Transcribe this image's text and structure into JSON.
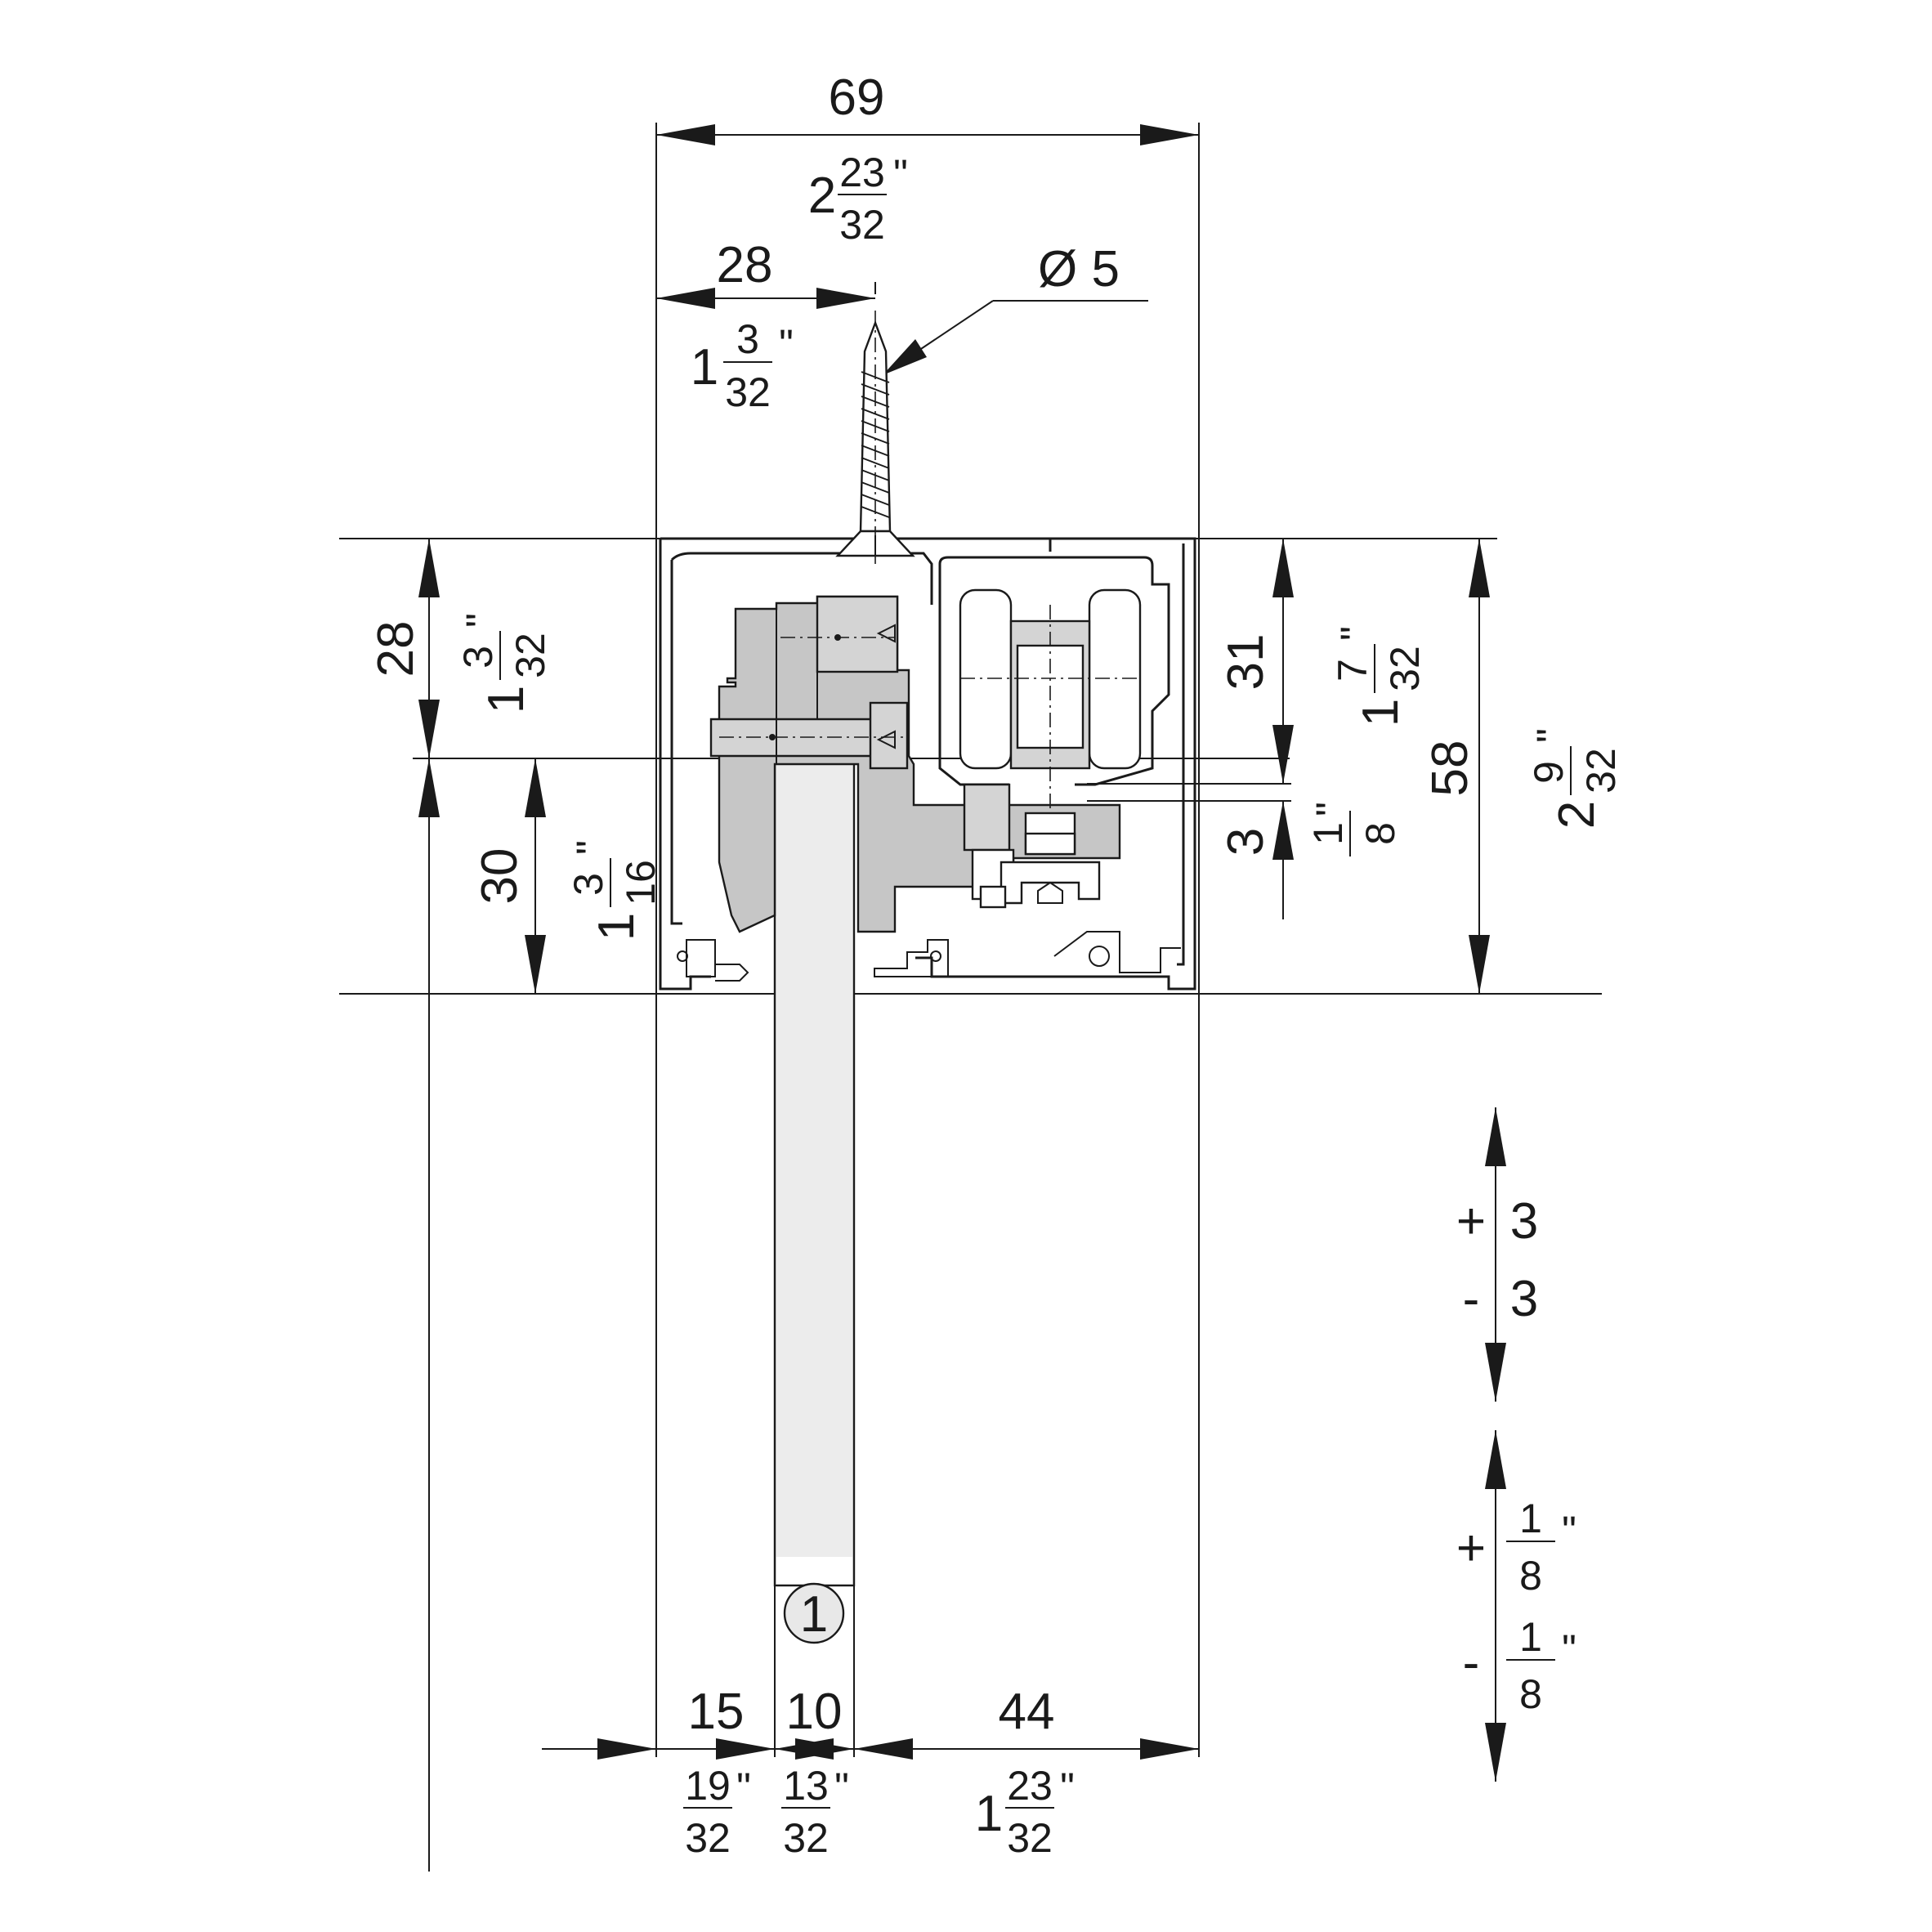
{
  "dimensions": {
    "overall_width": {
      "mm": "69",
      "in_whole": "2",
      "in_num": "23",
      "in_den": "32",
      "unit": "\""
    },
    "screw_offset": {
      "mm": "28",
      "in_whole": "1",
      "in_num": "3",
      "in_den": "32",
      "unit": "\""
    },
    "screw_diameter": {
      "label": "Ø 5"
    },
    "upper_height": {
      "mm": "28",
      "in_whole": "1",
      "in_num": "3",
      "in_den": "32",
      "unit": "\""
    },
    "lower_height": {
      "mm": "30",
      "in_whole": "1",
      "in_num": "3",
      "in_den": "16",
      "unit": "\""
    },
    "track_depth": {
      "mm": "31",
      "in_whole": "1",
      "in_num": "7",
      "in_den": "32",
      "unit": "\""
    },
    "gap": {
      "mm": "3",
      "in_num": "1",
      "in_den": "8",
      "unit": "\""
    },
    "total_height": {
      "mm": "58",
      "in_whole": "2",
      "in_num": "9",
      "in_den": "32",
      "unit": "\""
    },
    "left_offset": {
      "mm": "15",
      "in_num": "19",
      "in_den": "32",
      "unit": "\""
    },
    "panel_thickness": {
      "mm": "10",
      "in_num": "13",
      "in_den": "32",
      "unit": "\""
    },
    "right_offset": {
      "mm": "44",
      "in_whole": "1",
      "in_num": "23",
      "in_den": "32",
      "unit": "\""
    }
  },
  "adjustment": {
    "mm_plus": "+",
    "mm_plus_val": "3",
    "mm_minus": "-",
    "mm_minus_val": "3",
    "in_plus": "+",
    "in_minus": "-",
    "in_num": "1",
    "in_den": "8",
    "unit": "\""
  },
  "callout": {
    "number": "1"
  }
}
